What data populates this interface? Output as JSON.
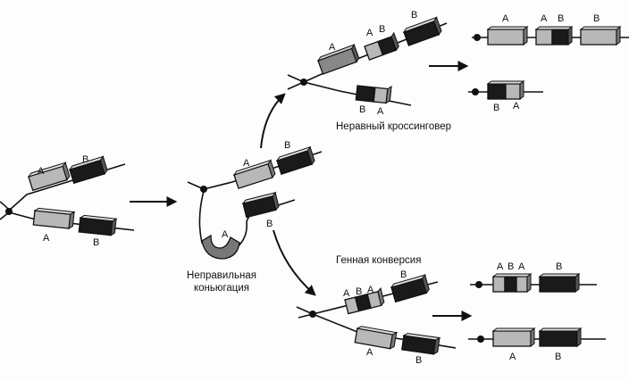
{
  "labels": {
    "gene_a": "A",
    "gene_b": "B"
  },
  "captions": {
    "mispairing": [
      "Неправильная",
      "коньюгация"
    ],
    "unequal_crossover": "Неравный кроссинговер",
    "gene_conversion": "Генная конверсия"
  },
  "colors": {
    "gene_a_fill": "#b8b8b8",
    "gene_b_fill": "#1a1a1a",
    "strand": "#111111",
    "background": "#fdfdfd"
  }
}
